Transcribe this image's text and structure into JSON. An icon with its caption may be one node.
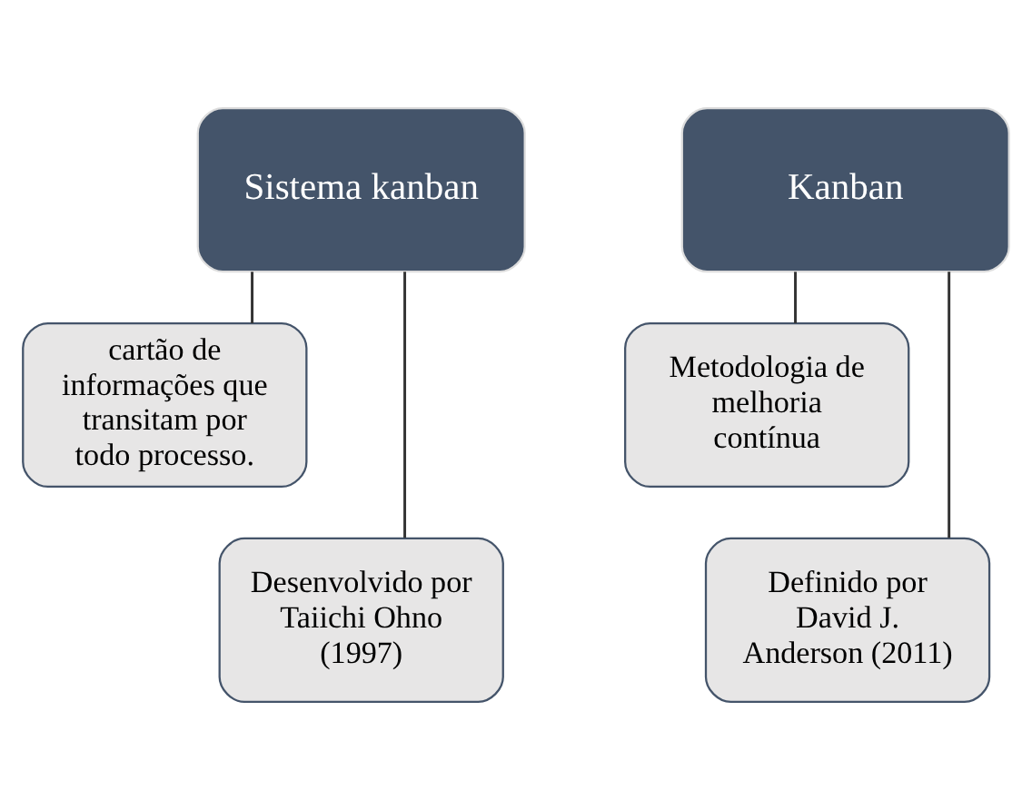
{
  "diagram": {
    "nodes": [
      {
        "text": [
          "Sistema kanban"
        ]
      },
      {
        "text": [
          "cartão de informações que transitam por todo processo."
        ]
      },
      {
        "text": [
          "Desenvolvido por Taiichi Ohno (1997)"
        ]
      },
      {
        "text": [
          "Kanban"
        ]
      },
      {
        "text": [
          "Metodologia de melhoria contínua"
        ]
      },
      {
        "text": [
          "Definido por David J. Anderson (2011)"
        ]
      }
    ],
    "edges": [
      {
        "from": 0,
        "to": 1,
        "arrow": "none"
      },
      {
        "from": 0,
        "to": 2,
        "arrow": "none"
      },
      {
        "from": 3,
        "to": 4,
        "arrow": "none"
      },
      {
        "from": 3,
        "to": 5,
        "arrow": "none"
      }
    ]
  }
}
